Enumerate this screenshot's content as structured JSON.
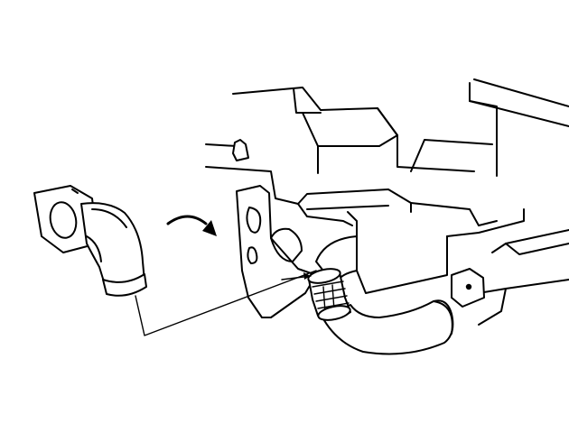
{
  "diagram": {
    "parts": [
      {
        "id": "duct-adapter",
        "icon": "duct-elbow-icon"
      },
      {
        "id": "hose",
        "icon": "hose-icon"
      },
      {
        "id": "clamp",
        "icon": "hose-clamp-icon"
      },
      {
        "id": "bracket",
        "icon": "bracket-icon"
      },
      {
        "id": "rotation-arrow",
        "icon": "rotate-arrow-icon"
      }
    ],
    "colors": {
      "line": "#000000",
      "background": "#ffffff"
    }
  }
}
